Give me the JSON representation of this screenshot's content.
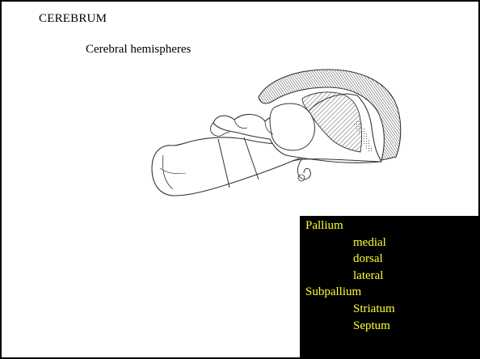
{
  "slide": {
    "title": "CEREBRUM",
    "subtitle": "Cerebral hemispheres"
  },
  "diagram": {
    "icon": "brain-sagittal-section-drawing"
  },
  "legend": {
    "background": "#000000",
    "text_color": "#ffff33",
    "groups": [
      {
        "heading": "Pallium",
        "items": [
          "medial",
          "dorsal",
          "lateral"
        ]
      },
      {
        "heading": "Subpallium",
        "items": [
          "Striatum",
          "Septum"
        ]
      }
    ]
  }
}
